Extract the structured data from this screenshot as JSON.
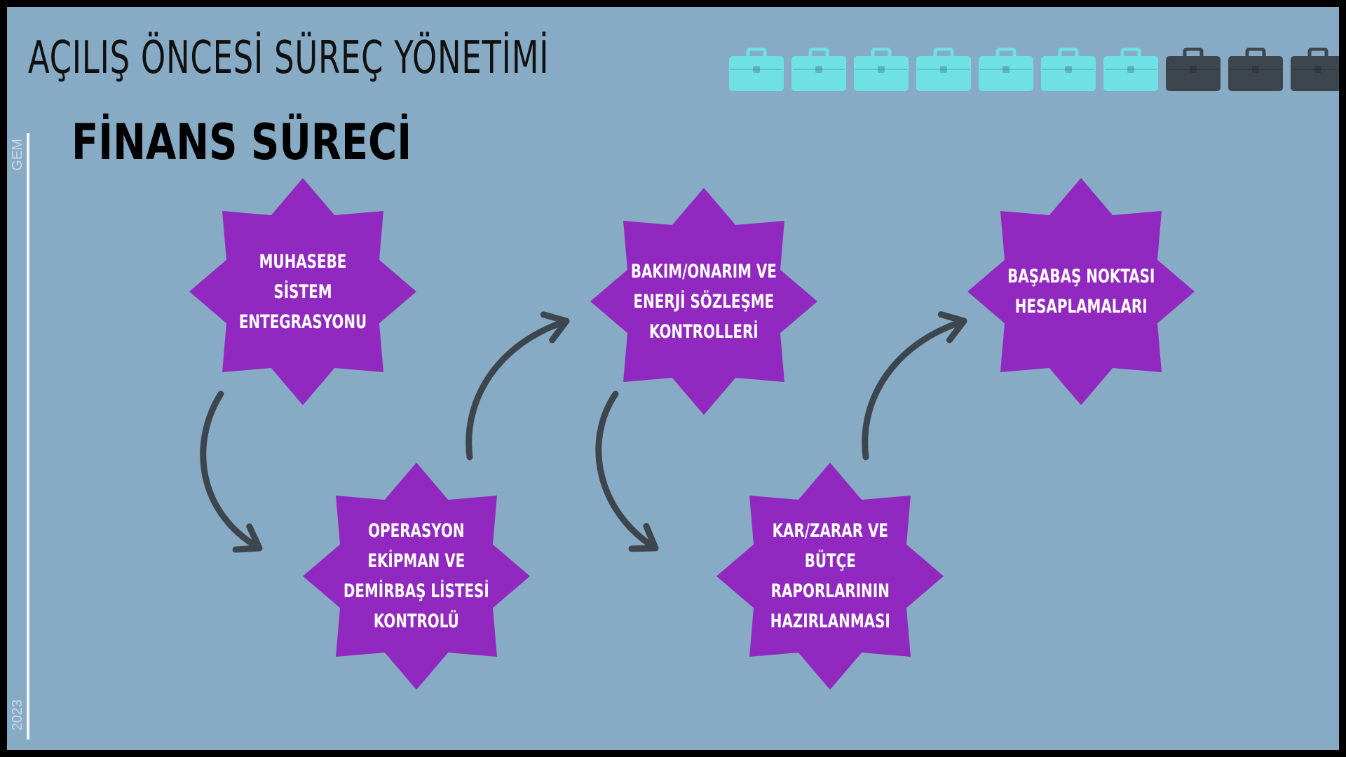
{
  "header": {
    "title": "AÇILIŞ ÖNCESİ SÜREÇ YÖNETİMİ",
    "subtitle": "FİNANS SÜRECİ"
  },
  "sidebar": {
    "top_text": "GEM",
    "bottom_text": "2023"
  },
  "progress": {
    "total": 10,
    "completed": 7,
    "completed_color": "#6fe0e3",
    "remaining_color": "#3d464e",
    "icon": "briefcase-icon"
  },
  "steps": [
    {
      "label": "MUHASEBE SİSTEM\nENTEGRASYONU"
    },
    {
      "label": "OPERASYON\nEKİPMAN VE\nDEMİRBAŞ LİSTESİ\nKONTROLÜ"
    },
    {
      "label": "BAKIM/ONARIM VE\nENERJİ SÖZLEŞME\nKONTROLLERİ"
    },
    {
      "label": "KAR/ZARAR VE\nBÜTÇE\nRAPORLARININ\nHAZIRLANMASI"
    },
    {
      "label": "BAŞABAŞ NOKTASI\nHESAPLAMALARI"
    }
  ],
  "colors": {
    "background": "#87abc4",
    "star": "#9129c0",
    "arrow": "#3d464e"
  }
}
